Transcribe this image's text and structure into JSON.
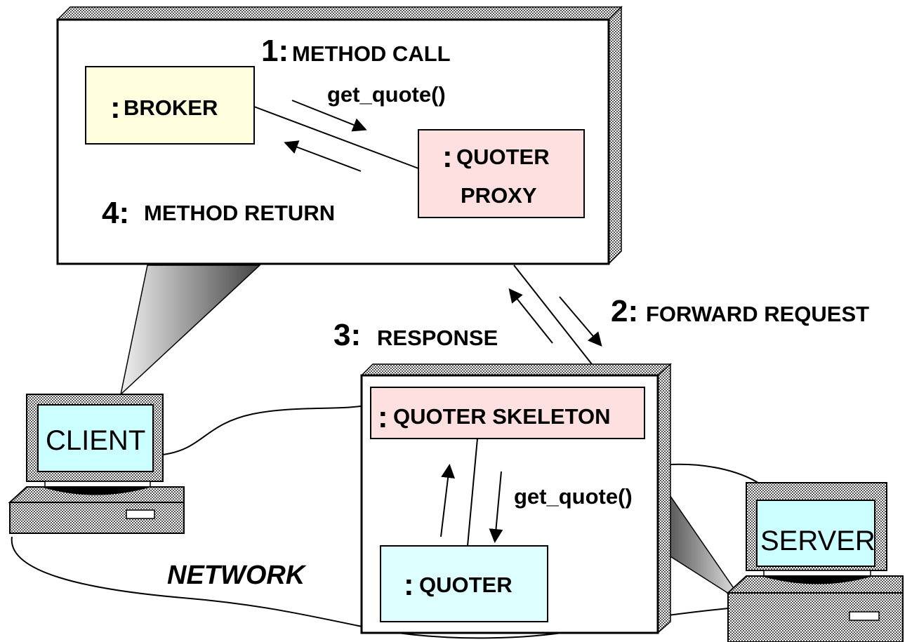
{
  "client_window": {
    "broker_label": "BROKER",
    "quoter_proxy_line1": "QUOTER",
    "quoter_proxy_line2": "PROXY",
    "method_call_num": "1:",
    "method_call_text": "METHOD  CALL",
    "get_quote_call": "get_quote()",
    "method_return_num": "4:",
    "method_return_text": "METHOD  RETURN"
  },
  "messages": {
    "forward_request_num": "2:",
    "forward_request_text": "FORWARD  REQUEST",
    "response_num": "3:",
    "response_text": "RESPONSE"
  },
  "server_window": {
    "skeleton_label": "QUOTER SKELETON",
    "quoter_label": "QUOTER",
    "get_quote_call": "get_quote()"
  },
  "computers": {
    "client_label": "CLIENT",
    "server_label": "SERVER"
  },
  "network_label": "NETWORK",
  "colors": {
    "broker_fill": "#ffffe0",
    "proxy_fill": "#ffe0e0",
    "skeleton_fill": "#ffe0e0",
    "quoter_fill": "#ddffff",
    "screen_fill": "#ccffff",
    "stipple": "#808080"
  }
}
